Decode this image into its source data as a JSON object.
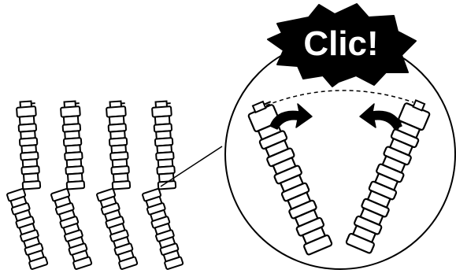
{
  "callout": {
    "text": "Clic!"
  },
  "colors": {
    "ink": "#000000",
    "paper": "#ffffff"
  },
  "figure": {
    "left_group": "four-segmented-connectors-bent-at-joint",
    "zoom_detail": "two-connectors-snapping-together",
    "icons": [
      "starburst-icon",
      "curved-arrow-icon",
      "curved-arrow-icon"
    ]
  }
}
